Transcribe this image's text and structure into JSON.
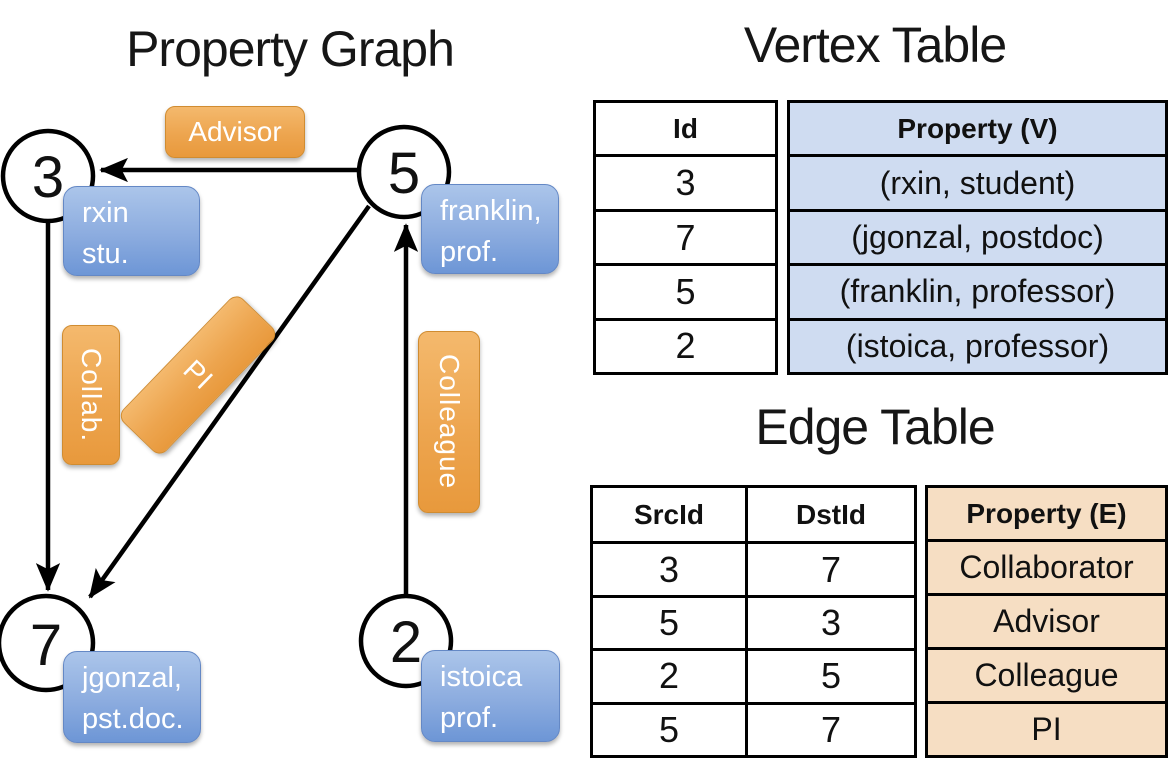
{
  "slide": {
    "graph_title": "Property Graph",
    "vertex_table_title": "Vertex Table",
    "edge_table_title": "Edge Table"
  },
  "graph": {
    "vertices": [
      {
        "id": "3",
        "label_lines": [
          "rxin",
          "stu."
        ]
      },
      {
        "id": "5",
        "label_lines": [
          "franklin,",
          "prof."
        ]
      },
      {
        "id": "7",
        "label_lines": [
          "jgonzal,",
          "pst.doc."
        ]
      },
      {
        "id": "2",
        "label_lines": [
          "istoica",
          "prof."
        ]
      }
    ],
    "edges": [
      {
        "src": "5",
        "dst": "3",
        "label": "Advisor"
      },
      {
        "src": "3",
        "dst": "7",
        "label": "Collab."
      },
      {
        "src": "5",
        "dst": "7",
        "label": "PI"
      },
      {
        "src": "2",
        "dst": "5",
        "label": "Colleague"
      }
    ]
  },
  "vertex_table": {
    "columns": {
      "id": "Id",
      "property": "Property (V)"
    },
    "rows": [
      {
        "id": "3",
        "property": "(rxin, student)"
      },
      {
        "id": "7",
        "property": "(jgonzal, postdoc)"
      },
      {
        "id": "5",
        "property": "(franklin, professor)"
      },
      {
        "id": "2",
        "property": "(istoica, professor)"
      }
    ]
  },
  "edge_table": {
    "columns": {
      "src": "SrcId",
      "dst": "DstId",
      "property": "Property (E)"
    },
    "rows": [
      {
        "src": "3",
        "dst": "7",
        "property": "Collaborator"
      },
      {
        "src": "5",
        "dst": "3",
        "property": "Advisor"
      },
      {
        "src": "2",
        "dst": "5",
        "property": "Colleague"
      },
      {
        "src": "5",
        "dst": "7",
        "property": "PI"
      }
    ]
  },
  "colors": {
    "edge_label_orange_top": "#f4b96d",
    "edge_label_orange_bottom": "#e8993c",
    "vertex_label_blue_top": "#abc5ea",
    "vertex_label_blue_bottom": "#6d96d6",
    "vertex_property_cell_bg": "#cfdcf1",
    "edge_property_cell_bg": "#f6dec3",
    "line_color": "#000000"
  }
}
